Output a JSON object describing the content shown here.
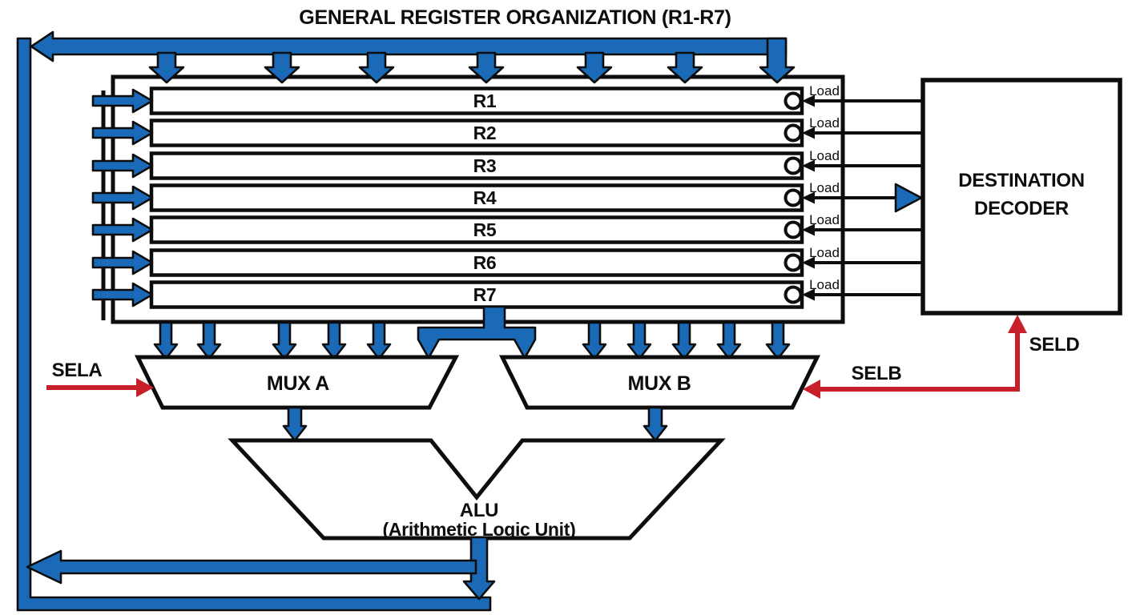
{
  "title": "GENERAL REGISTER ORGANIZATION (R1-R7)",
  "registers": [
    {
      "label": "R1",
      "load_label": "Load"
    },
    {
      "label": "R2",
      "load_label": "Load"
    },
    {
      "label": "R3",
      "load_label": "Load"
    },
    {
      "label": "R4",
      "load_label": "Load"
    },
    {
      "label": "R5",
      "load_label": "Load"
    },
    {
      "label": "R6",
      "load_label": "Load"
    },
    {
      "label": "R7",
      "load_label": "Load"
    }
  ],
  "decoder": {
    "line1": "DESTINATION",
    "line2": "DECODER"
  },
  "mux_a": {
    "label": "MUX A"
  },
  "mux_b": {
    "label": "MUX B"
  },
  "alu": {
    "line1": "ALU",
    "line2": "(Arithmetic Logic Unit)"
  },
  "signals": {
    "sela": "SELA",
    "selb": "SELB",
    "seld": "SELD"
  },
  "colors": {
    "bus_blue": "#1a6ab7",
    "signal_red": "#c8202b",
    "line_black": "#0d0d0d",
    "background": "#ffffff"
  }
}
